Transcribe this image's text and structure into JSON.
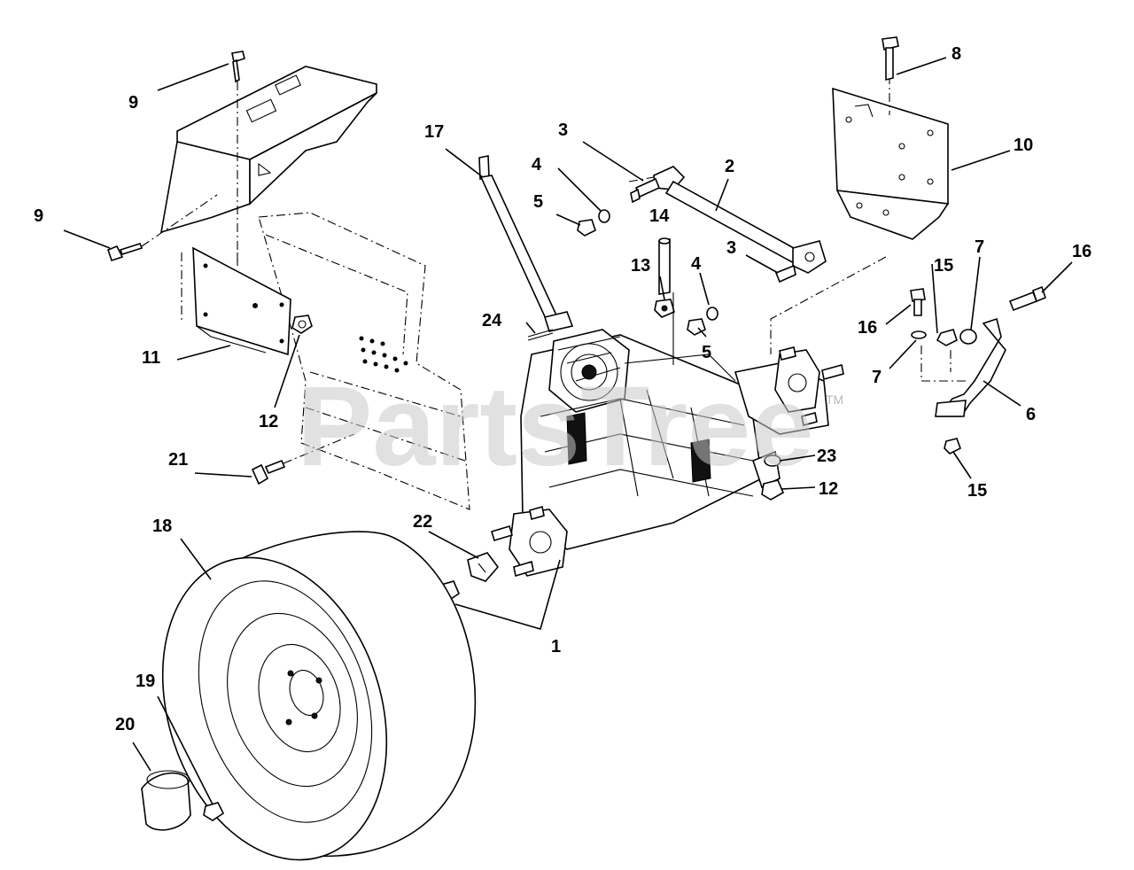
{
  "watermark": {
    "text": "PartsTree",
    "trademark": "TM"
  },
  "callouts": {
    "c1": "1",
    "c2": "2",
    "c3a": "3",
    "c3b": "3",
    "c4a": "4",
    "c4b": "4",
    "c5a": "5",
    "c5b": "5",
    "c6": "6",
    "c7a": "7",
    "c7b": "7",
    "c8": "8",
    "c9a": "9",
    "c9b": "9",
    "c10": "10",
    "c11": "11",
    "c12a": "12",
    "c12b": "12",
    "c13": "13",
    "c14": "14",
    "c15a": "15",
    "c15b": "15",
    "c16a": "16",
    "c16b": "16",
    "c17": "17",
    "c18": "18",
    "c19": "19",
    "c20": "20",
    "c21": "21",
    "c22": "22",
    "c23": "23",
    "c24": "24"
  }
}
